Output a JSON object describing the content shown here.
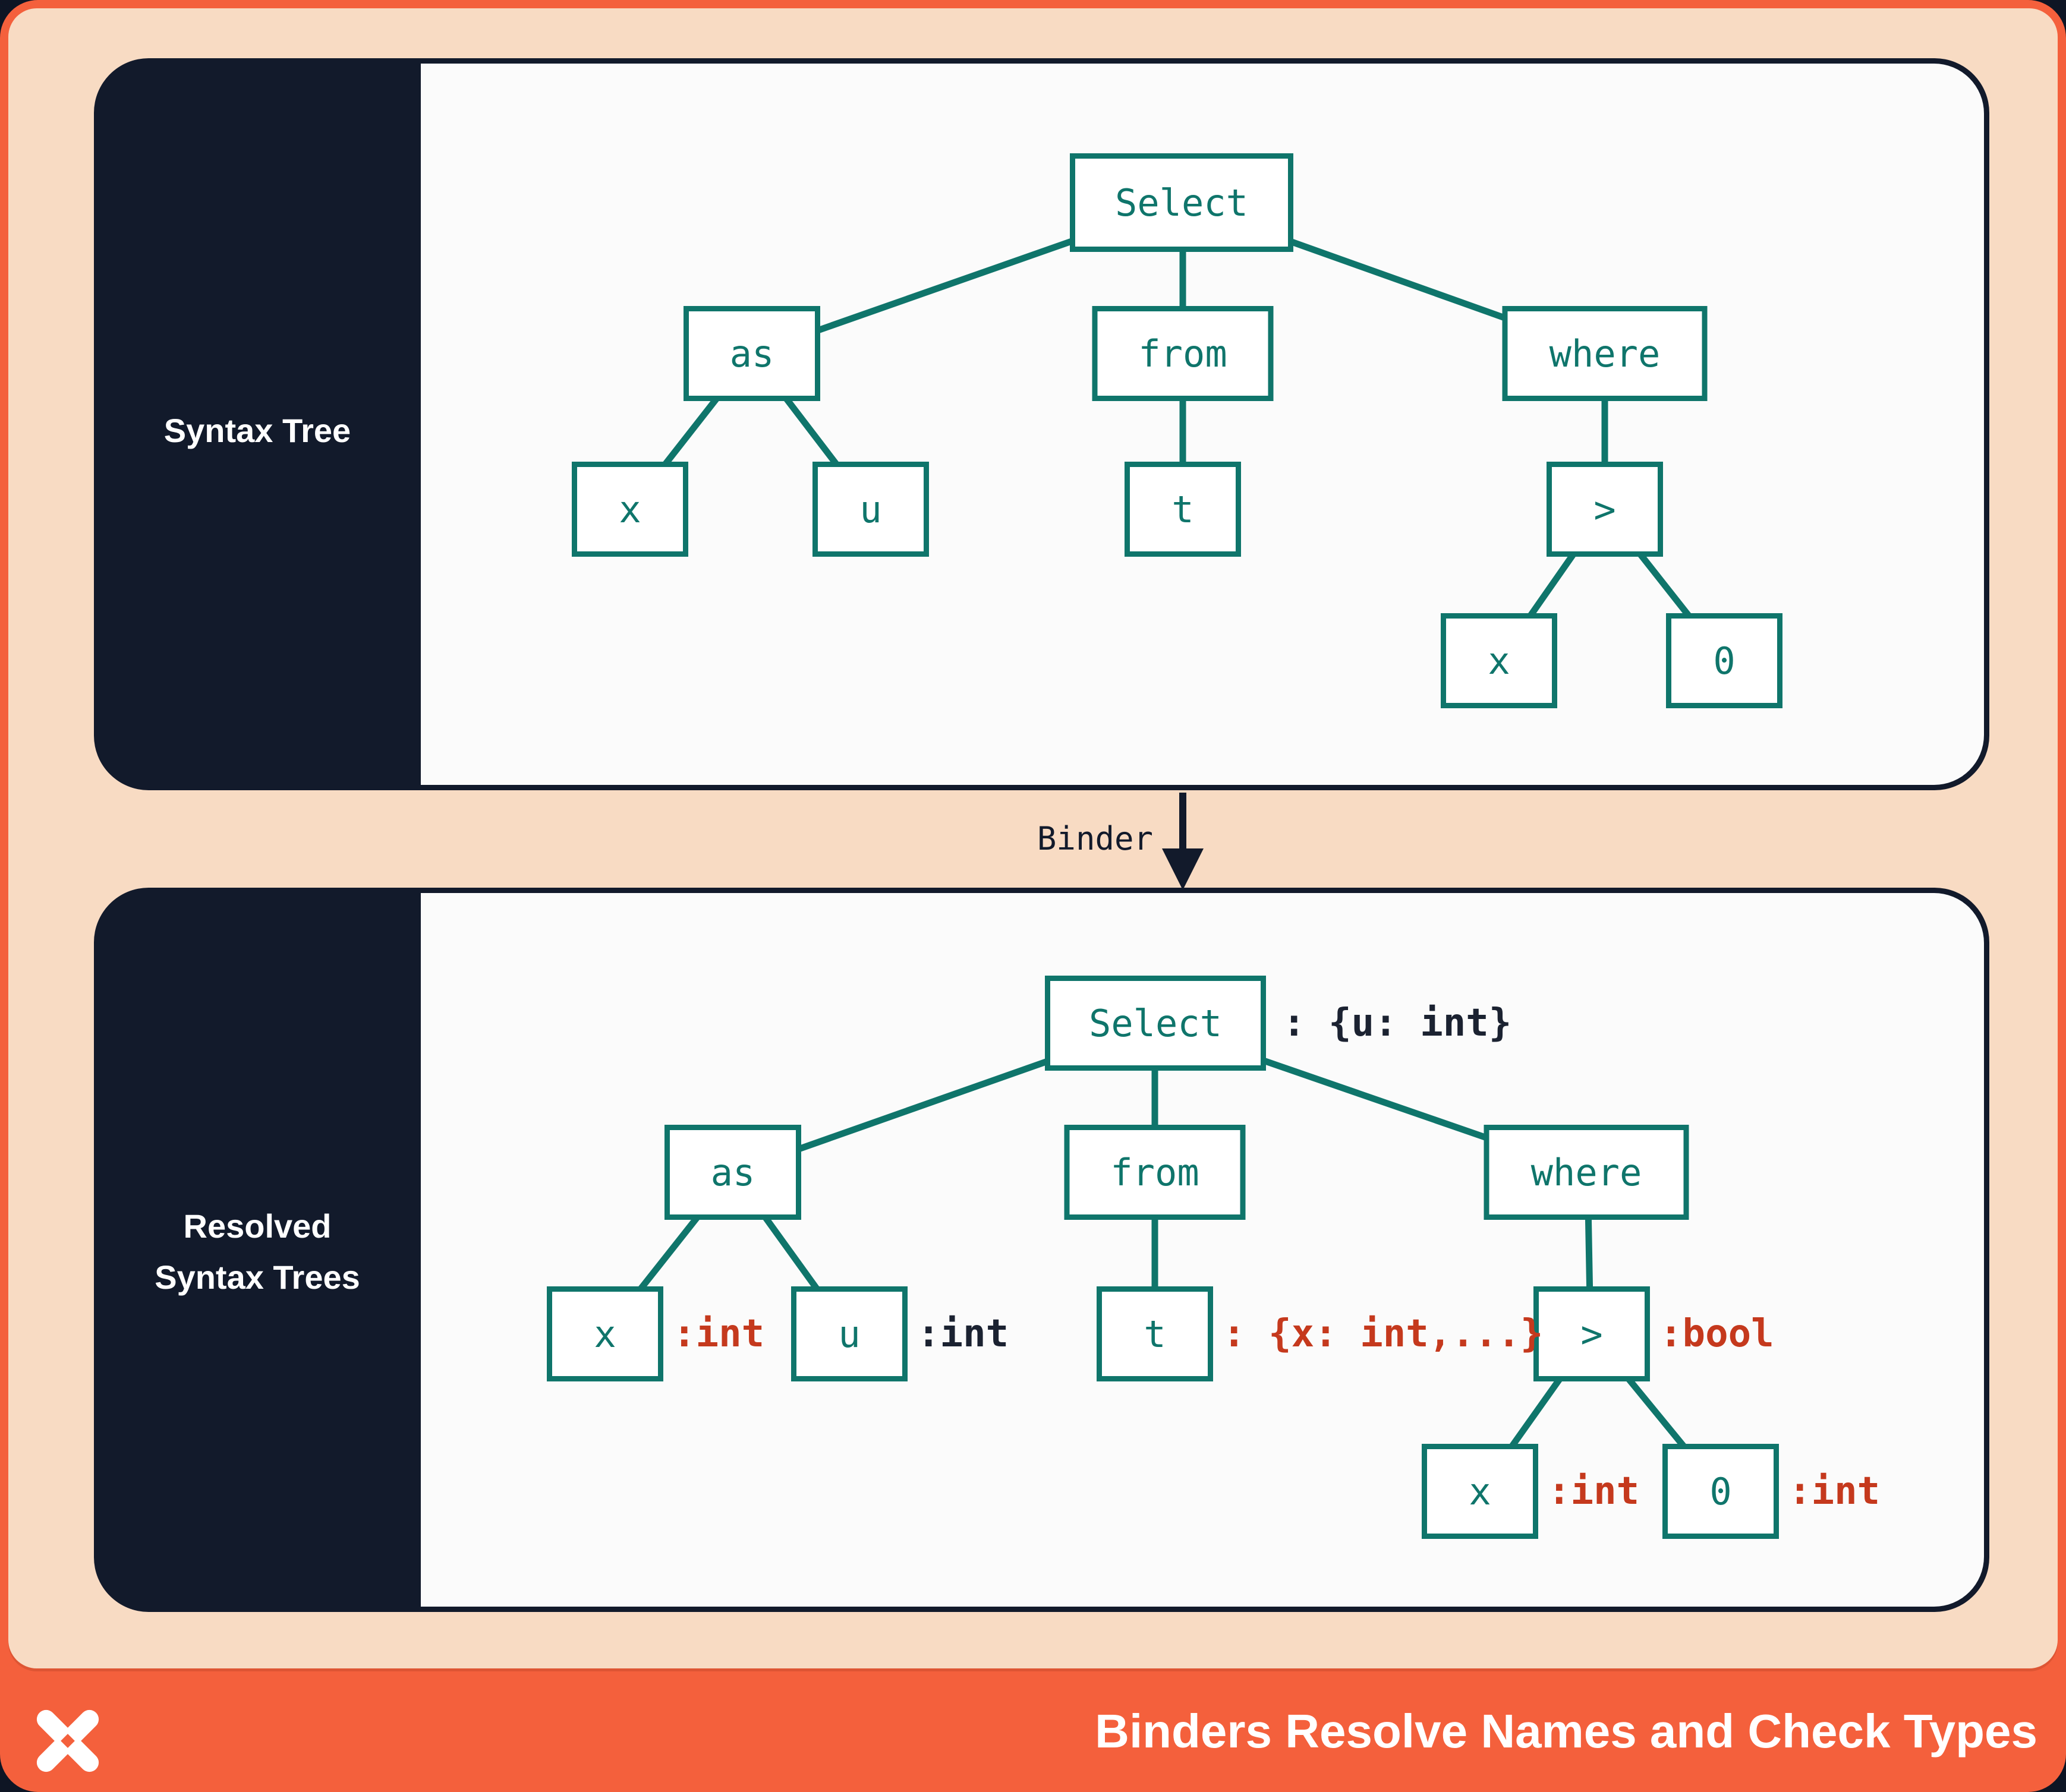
{
  "panels": {
    "syntax": {
      "label": "Syntax Tree"
    },
    "resolved": {
      "label_line1": "Resolved",
      "label_line2": "Syntax Trees"
    }
  },
  "binder": {
    "label": "Binder"
  },
  "footer": {
    "title": "Binders Resolve Names and Check Types",
    "logo": "pinwheel-x-logo"
  },
  "colors": {
    "frame_coral": "#F4603C",
    "background_peach": "#F8DBC3",
    "panel_navy": "#121A2B",
    "content_white": "#FBFBFB",
    "node_teal": "#0F756B",
    "annotation_red": "#C5391D",
    "annotation_dark": "#1B2231"
  },
  "trees": {
    "syntax": {
      "title": "Syntax Tree",
      "nodes": {
        "select": "Select",
        "as": "as",
        "from": "from",
        "where": "where",
        "x1": "x",
        "u": "u",
        "t": "t",
        "gt": ">",
        "x2": "x",
        "zero": "0"
      },
      "edges": [
        [
          "Select",
          "as"
        ],
        [
          "Select",
          "from"
        ],
        [
          "Select",
          "where"
        ],
        [
          "as",
          "x"
        ],
        [
          "as",
          "u"
        ],
        [
          "from",
          "t"
        ],
        [
          "where",
          ">"
        ],
        [
          ">",
          "x"
        ],
        [
          ">",
          "0"
        ]
      ]
    },
    "resolved": {
      "title": "Resolved Syntax Trees",
      "nodes": {
        "select": "Select",
        "as": "as",
        "from": "from",
        "where": "where",
        "x1": "x",
        "u": "u",
        "t": "t",
        "gt": ">",
        "x2": "x",
        "zero": "0"
      },
      "annotations": {
        "select": {
          "text": ": {u: int}",
          "color": "dark"
        },
        "x1": {
          "text": ":int",
          "color": "red"
        },
        "u": {
          "text": ":int",
          "color": "dark"
        },
        "t": {
          "text": ": {x: int,...}",
          "color": "red"
        },
        "gt": {
          "text": ":bool",
          "color": "red"
        },
        "x2": {
          "text": ":int",
          "color": "red"
        },
        "zero": {
          "text": ":int",
          "color": "red"
        }
      },
      "edges": [
        [
          "Select",
          "as"
        ],
        [
          "Select",
          "from"
        ],
        [
          "Select",
          "where"
        ],
        [
          "as",
          "x"
        ],
        [
          "as",
          "u"
        ],
        [
          "from",
          "t"
        ],
        [
          "where",
          ">"
        ],
        [
          ">",
          "x"
        ],
        [
          ">",
          "0"
        ]
      ]
    }
  }
}
